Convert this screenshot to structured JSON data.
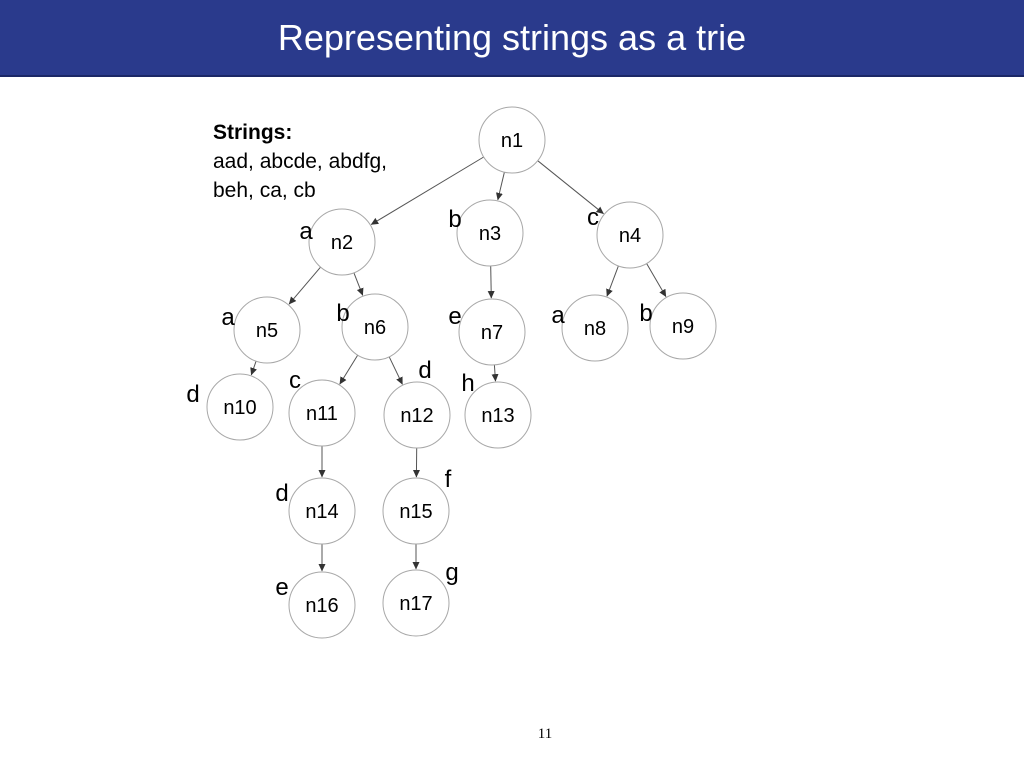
{
  "title": "Representing strings as a trie",
  "strings_box": {
    "heading": "Strings:",
    "lines": [
      "aad, abcde, abdfg,",
      "beh, ca, cb"
    ]
  },
  "nodes": [
    "n1",
    "n2",
    "n3",
    "n4",
    "n5",
    "n6",
    "n7",
    "n8",
    "n9",
    "n10",
    "n11",
    "n12",
    "n13",
    "n14",
    "n15",
    "n16",
    "n17"
  ],
  "edges": [
    {
      "from": "n1",
      "to": "n2",
      "label": "a"
    },
    {
      "from": "n1",
      "to": "n3",
      "label": "b"
    },
    {
      "from": "n1",
      "to": "n4",
      "label": "c"
    },
    {
      "from": "n2",
      "to": "n5",
      "label": "a"
    },
    {
      "from": "n2",
      "to": "n6",
      "label": "b"
    },
    {
      "from": "n3",
      "to": "n7",
      "label": "e"
    },
    {
      "from": "n4",
      "to": "n8",
      "label": "a"
    },
    {
      "from": "n4",
      "to": "n9",
      "label": "b"
    },
    {
      "from": "n5",
      "to": "n10",
      "label": "d"
    },
    {
      "from": "n6",
      "to": "n11",
      "label": "c"
    },
    {
      "from": "n6",
      "to": "n12",
      "label": "d"
    },
    {
      "from": "n7",
      "to": "n13",
      "label": "h"
    },
    {
      "from": "n11",
      "to": "n14",
      "label": "d"
    },
    {
      "from": "n12",
      "to": "n15",
      "label": "f"
    },
    {
      "from": "n14",
      "to": "n16",
      "label": "e"
    },
    {
      "from": "n15",
      "to": "n17",
      "label": "g"
    }
  ],
  "page_number": "11",
  "colors": {
    "title_bar": "#2a3a8c",
    "title_text": "#ffffff",
    "node_stroke": "#a8a8a8",
    "edge": "#555555"
  }
}
